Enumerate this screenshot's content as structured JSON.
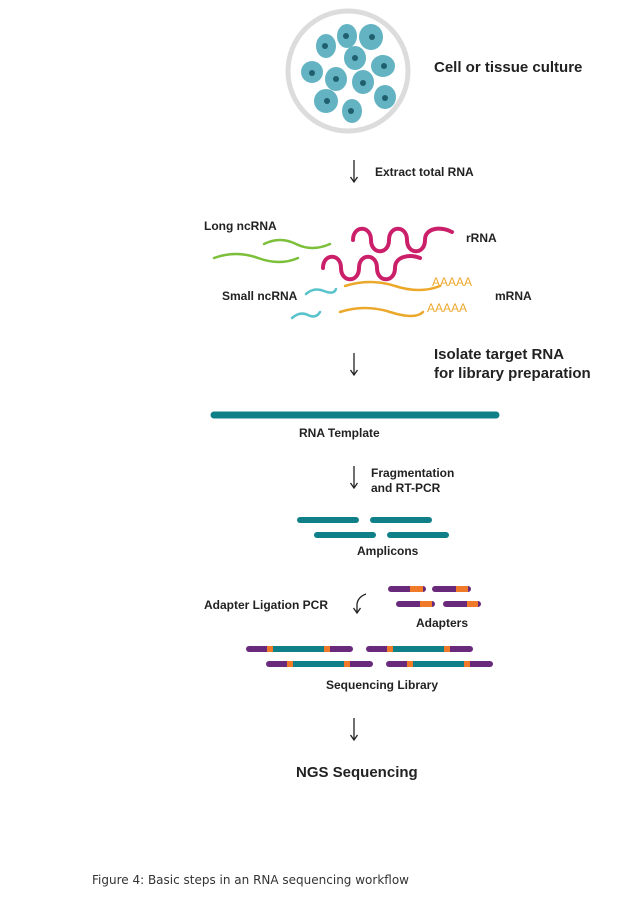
{
  "steps": {
    "culture": "Cell or tissue culture",
    "extract": "Extract total RNA",
    "isolate_line1": "Isolate target RNA",
    "isolate_line2": "for library preparation",
    "template": "RNA Template",
    "frag_line1": "Fragmentation",
    "frag_line2": "and RT-PCR",
    "amplicons": "Amplicons",
    "adapter_ligation": "Adapter Ligation PCR",
    "adapters": "Adapters",
    "library": "Sequencing Library",
    "ngs": "NGS Sequencing"
  },
  "rna_types": {
    "long_ncrna": "Long ncRNA",
    "small_ncrna": "Small ncRNA",
    "rrna": "rRNA",
    "mrna": "mRNA",
    "polya_1": "AAAAA",
    "polya_2": "AAAAA"
  },
  "caption": "Figure 4: Basic steps in an RNA sequencing workflow",
  "colors": {
    "teal": "#0f7f88",
    "purple": "#6a2a7c",
    "orange": "#f07a2a",
    "green": "#7cbf3a",
    "magenta": "#cc1f6a",
    "yellow": "#eba82a",
    "light_blue": "#59c3cc",
    "cell": "#63b3c2",
    "nucleus": "#1f5f6e",
    "dish": "#dcdcdc"
  }
}
